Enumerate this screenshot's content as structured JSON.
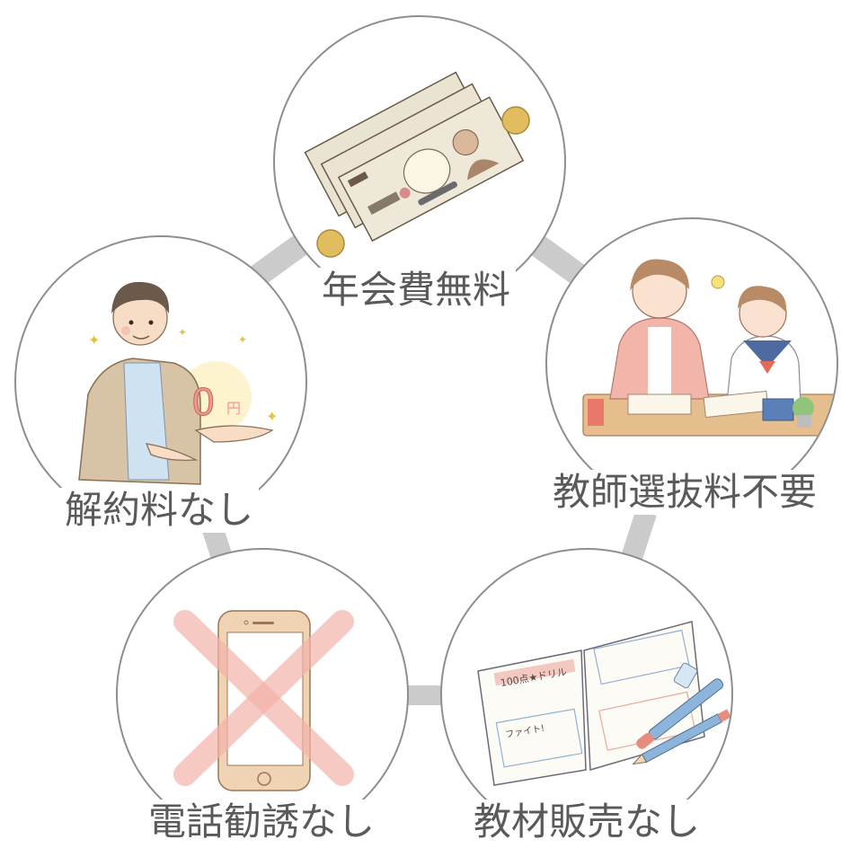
{
  "diagram": {
    "type": "circle-network",
    "connector_color": "#cbcbcb",
    "circle_border_color": "#8e8e8e",
    "label_color": "#5a5a5a",
    "nodes": [
      {
        "id": "top",
        "label": "年会費無料",
        "illustration": "yen-banknotes-and-coins-icon"
      },
      {
        "id": "left",
        "label": "解約料なし",
        "illustration": "man-presenting-zero-yen-icon",
        "badge_text": "0",
        "badge_unit": "円"
      },
      {
        "id": "right",
        "label": "教師選抜料不要",
        "illustration": "tutor-and-student-at-desk-icon"
      },
      {
        "id": "bottom-left",
        "label": "電話勧誘なし",
        "illustration": "smartphone-crossed-out-icon"
      },
      {
        "id": "bottom-right",
        "label": "教材販売なし",
        "illustration": "open-workbook-with-pens-icon",
        "book_title": "100点★ドリル",
        "book_note": "ファイト!"
      }
    ],
    "connections": [
      [
        "top",
        "left"
      ],
      [
        "top",
        "right"
      ],
      [
        "left",
        "bottom-left"
      ],
      [
        "right",
        "bottom-right"
      ],
      [
        "bottom-left",
        "bottom-right"
      ]
    ]
  }
}
